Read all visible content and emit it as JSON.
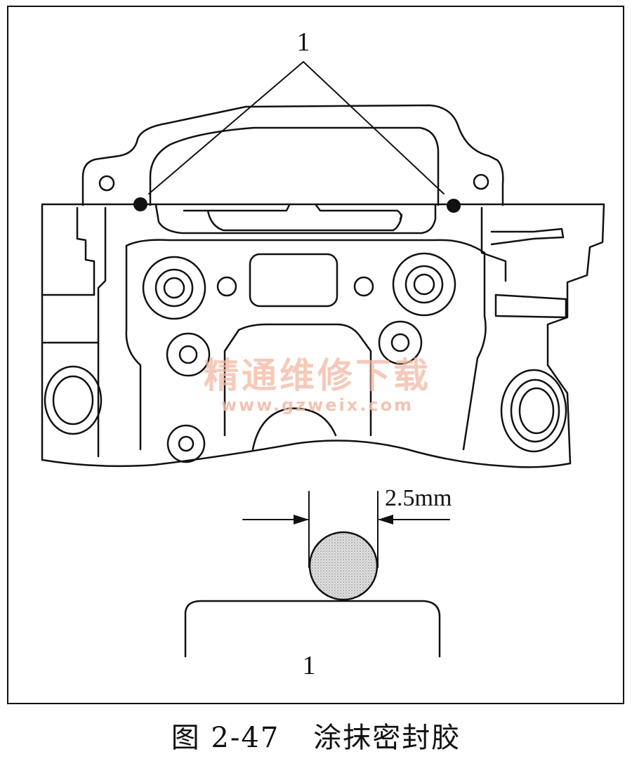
{
  "labels": {
    "callout_top": "1",
    "callout_bottom": "1",
    "dimension": "2.5mm"
  },
  "watermark": {
    "main": "精通维修下载",
    "url": "www.gzweix.com"
  },
  "caption": {
    "figure_number": "图 2-47",
    "title": "涂抹密封胶"
  },
  "colors": {
    "line": "#111111",
    "watermark": "#f2b9a4",
    "bead_fill": "#cfcfcf"
  }
}
